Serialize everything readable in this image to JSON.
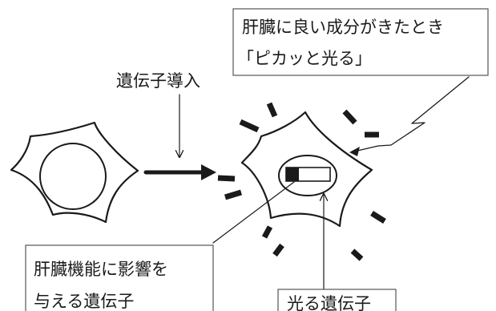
{
  "labels": {
    "gene_introduction": "遺伝子導入",
    "callout_line1": "肝臓に良い成分がきたとき",
    "callout_line2": "「ピカッと光る」",
    "liver_gene_line1": "肝臓機能に影響を",
    "liver_gene_line2": "与える遺伝子",
    "glowing_gene": "光る遺伝子"
  },
  "colors": {
    "ink": "#1a1a1a",
    "box_border": "#555555",
    "background": "#ffffff"
  }
}
